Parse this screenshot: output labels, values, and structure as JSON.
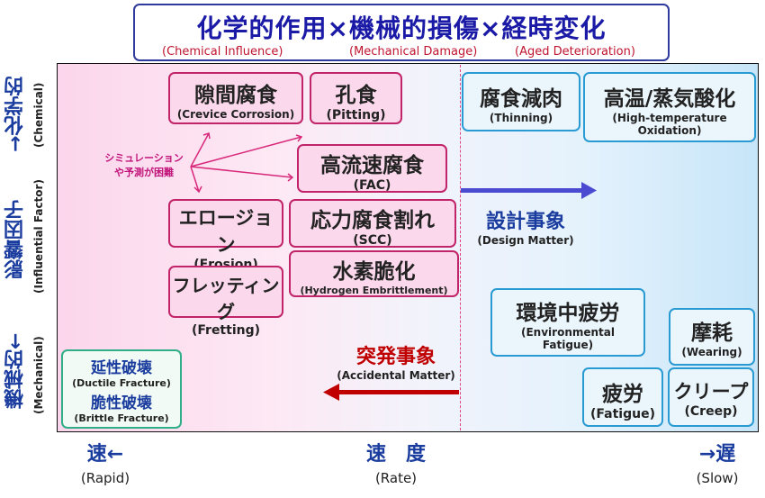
{
  "title": {
    "main": "化学的作用×機械的損傷×経時変化",
    "sub_chemical": "(Chemical Influence)",
    "sub_mechanical": "(Mechanical Damage)",
    "sub_aged": "(Aged Deterioration)"
  },
  "y_axis": {
    "top_jp": "→化学的",
    "top_en": "(Chemical)",
    "middle_jp": "影響因子",
    "middle_en": "(Influential Factor)",
    "bottom_jp": "機械的←",
    "bottom_en": "(Mechanical)"
  },
  "x_axis": {
    "left_jp": "速←",
    "left_en": "(Rapid)",
    "middle_jp": "速　度",
    "middle_en": "(Rate)",
    "right_jp": "→遅",
    "right_en": "(Slow)"
  },
  "annotations": {
    "simulation_line1": "シミュレーション",
    "simulation_line2": "や予測が困難",
    "design_jp": "設計事象",
    "design_en": "(Design Matter)",
    "accident_jp": "突発事象",
    "accident_en": "(Accidental Matter)"
  },
  "boxes": {
    "crevice": {
      "jp": "隙間腐食",
      "en": "(Crevice Corrosion)"
    },
    "pitting": {
      "jp": "孔食",
      "en": "(Pitting)"
    },
    "fac": {
      "jp": "高流速腐食",
      "en": "(FAC)"
    },
    "erosion": {
      "jp": "エロージョン",
      "en": "(Erosion)"
    },
    "scc": {
      "jp": "応力腐食割れ",
      "en": "(SCC)"
    },
    "fretting": {
      "jp": "フレッティング",
      "en": "(Fretting)"
    },
    "hydrogen": {
      "jp": "水素脆化",
      "en": "(Hydrogen Embrittlement)"
    },
    "thinning": {
      "jp": "腐食減肉",
      "en": "(Thinning)"
    },
    "oxidation": {
      "jp": "高温/蒸気酸化",
      "en1": "(High-temperature",
      "en2": "Oxidation)"
    },
    "env_fatigue": {
      "jp": "環境中疲労",
      "en1": "(Environmental",
      "en2": "Fatigue)"
    },
    "wearing": {
      "jp": "摩耗",
      "en": "(Wearing)"
    },
    "fatigue": {
      "jp": "疲労",
      "en": "(Fatigue)"
    },
    "creep": {
      "jp": "クリープ",
      "en": "(Creep)"
    },
    "fracture": {
      "ductile_jp": "延性破壊",
      "ductile_en": "(Ductile Fracture)",
      "brittle_jp": "脆性破壊",
      "brittle_en": "(Brittle Fracture)"
    }
  },
  "colors": {
    "pink_border": "#c2246a",
    "blue_border": "#2a9ad3",
    "green_border": "#2fae87",
    "design_arrow": "#4b4bd1",
    "accident_arrow": "#c00000"
  }
}
